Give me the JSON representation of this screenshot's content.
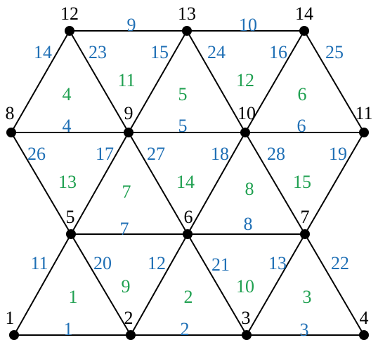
{
  "colors": {
    "line": "#000000",
    "node": "#000000",
    "node_label": "#000000",
    "edge_label": "#1f6fb5",
    "triangle_label": "#1fa050"
  },
  "node_labels": [
    "1",
    "2",
    "3",
    "4",
    "5",
    "6",
    "7",
    "8",
    "9",
    "10",
    "11",
    "12",
    "13",
    "14"
  ],
  "edges": [
    {
      "id": "1",
      "from": "1",
      "to": "2"
    },
    {
      "id": "2",
      "from": "2",
      "to": "3"
    },
    {
      "id": "3",
      "from": "3",
      "to": "4"
    },
    {
      "id": "4",
      "from": "8",
      "to": "9"
    },
    {
      "id": "5",
      "from": "9",
      "to": "10"
    },
    {
      "id": "6",
      "from": "10",
      "to": "11"
    },
    {
      "id": "7",
      "from": "5",
      "to": "6"
    },
    {
      "id": "8",
      "from": "6",
      "to": "7"
    },
    {
      "id": "9",
      "from": "12",
      "to": "13"
    },
    {
      "id": "10",
      "from": "13",
      "to": "14"
    },
    {
      "id": "11",
      "from": "1",
      "to": "5"
    },
    {
      "id": "12",
      "from": "2",
      "to": "6"
    },
    {
      "id": "13",
      "from": "3",
      "to": "7"
    },
    {
      "id": "14",
      "from": "8",
      "to": "12"
    },
    {
      "id": "15",
      "from": "9",
      "to": "13"
    },
    {
      "id": "16",
      "from": "10",
      "to": "14"
    },
    {
      "id": "17",
      "from": "5",
      "to": "9"
    },
    {
      "id": "18",
      "from": "6",
      "to": "10"
    },
    {
      "id": "19",
      "from": "7",
      "to": "11"
    },
    {
      "id": "20",
      "from": "5",
      "to": "2"
    },
    {
      "id": "21",
      "from": "6",
      "to": "3"
    },
    {
      "id": "22",
      "from": "7",
      "to": "4"
    },
    {
      "id": "23",
      "from": "12",
      "to": "9"
    },
    {
      "id": "24",
      "from": "13",
      "to": "10"
    },
    {
      "id": "25",
      "from": "14",
      "to": "11"
    },
    {
      "id": "26",
      "from": "8",
      "to": "5"
    },
    {
      "id": "27",
      "from": "9",
      "to": "6"
    },
    {
      "id": "28",
      "from": "10",
      "to": "7"
    }
  ],
  "triangles": [
    {
      "id": "1",
      "nodes": [
        "1",
        "2",
        "5"
      ]
    },
    {
      "id": "2",
      "nodes": [
        "2",
        "3",
        "6"
      ]
    },
    {
      "id": "3",
      "nodes": [
        "3",
        "4",
        "7"
      ]
    },
    {
      "id": "4",
      "nodes": [
        "8",
        "9",
        "12"
      ]
    },
    {
      "id": "5",
      "nodes": [
        "9",
        "10",
        "13"
      ]
    },
    {
      "id": "6",
      "nodes": [
        "10",
        "11",
        "14"
      ]
    },
    {
      "id": "7",
      "nodes": [
        "5",
        "6",
        "9"
      ]
    },
    {
      "id": "8",
      "nodes": [
        "6",
        "7",
        "10"
      ]
    },
    {
      "id": "9",
      "nodes": [
        "5",
        "2",
        "6"
      ]
    },
    {
      "id": "10",
      "nodes": [
        "6",
        "3",
        "7"
      ]
    },
    {
      "id": "11",
      "nodes": [
        "12",
        "9",
        "13"
      ]
    },
    {
      "id": "12",
      "nodes": [
        "13",
        "10",
        "14"
      ]
    },
    {
      "id": "13",
      "nodes": [
        "8",
        "5",
        "9"
      ]
    },
    {
      "id": "14",
      "nodes": [
        "9",
        "6",
        "10"
      ]
    },
    {
      "id": "15",
      "nodes": [
        "10",
        "7",
        "11"
      ]
    }
  ]
}
